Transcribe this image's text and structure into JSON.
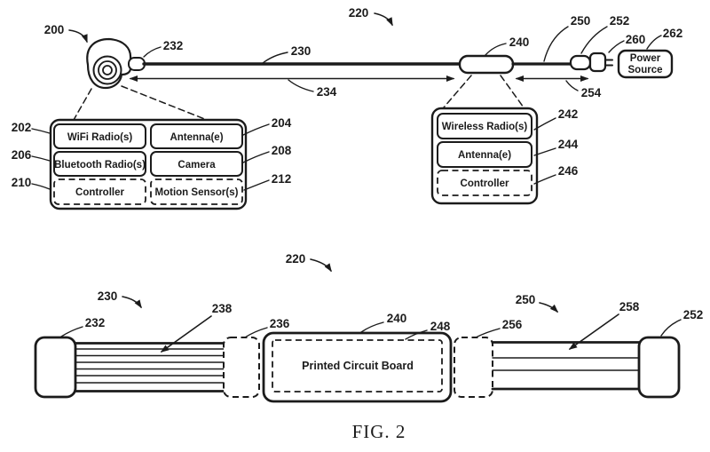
{
  "colors": {
    "ink": "#1b1b1b",
    "paper": "#ffffff"
  },
  "caption": "FIG. 2",
  "top": {
    "refs": {
      "camera": "200",
      "system": "220",
      "connector_camera": "232",
      "cable": "230",
      "cable_span": "234",
      "module": "240",
      "power_cable": "250",
      "power_connector": "252",
      "power_span": "254",
      "plug": "260",
      "power_source": "262"
    },
    "power_source_label": {
      "line1": "Power",
      "line2": "Source"
    },
    "camera_box": {
      "cells": [
        {
          "ref": "202",
          "label": "WiFi Radio(s)"
        },
        {
          "ref": "204",
          "label": "Antenna(e)"
        },
        {
          "ref": "206",
          "label": "Bluetooth Radio(s)"
        },
        {
          "ref": "208",
          "label": "Camera"
        },
        {
          "ref": "210",
          "label": "Controller"
        },
        {
          "ref": "212",
          "label": "Motion Sensor(s)"
        }
      ]
    },
    "module_box": {
      "cells": [
        {
          "ref": "242",
          "label": "Wireless Radio(s)"
        },
        {
          "ref": "244",
          "label": "Antenna(e)"
        },
        {
          "ref": "246",
          "label": "Controller"
        }
      ]
    }
  },
  "bottom": {
    "refs": {
      "system": "220",
      "cable": "230",
      "connector_camera": "232",
      "wires": "238",
      "boot_left": "236",
      "module": "240",
      "pcb": "248",
      "boot_right": "256",
      "power_cable": "250",
      "power_wires": "258",
      "power_connector": "252"
    },
    "pcb_label": "Printed Circuit Board"
  }
}
